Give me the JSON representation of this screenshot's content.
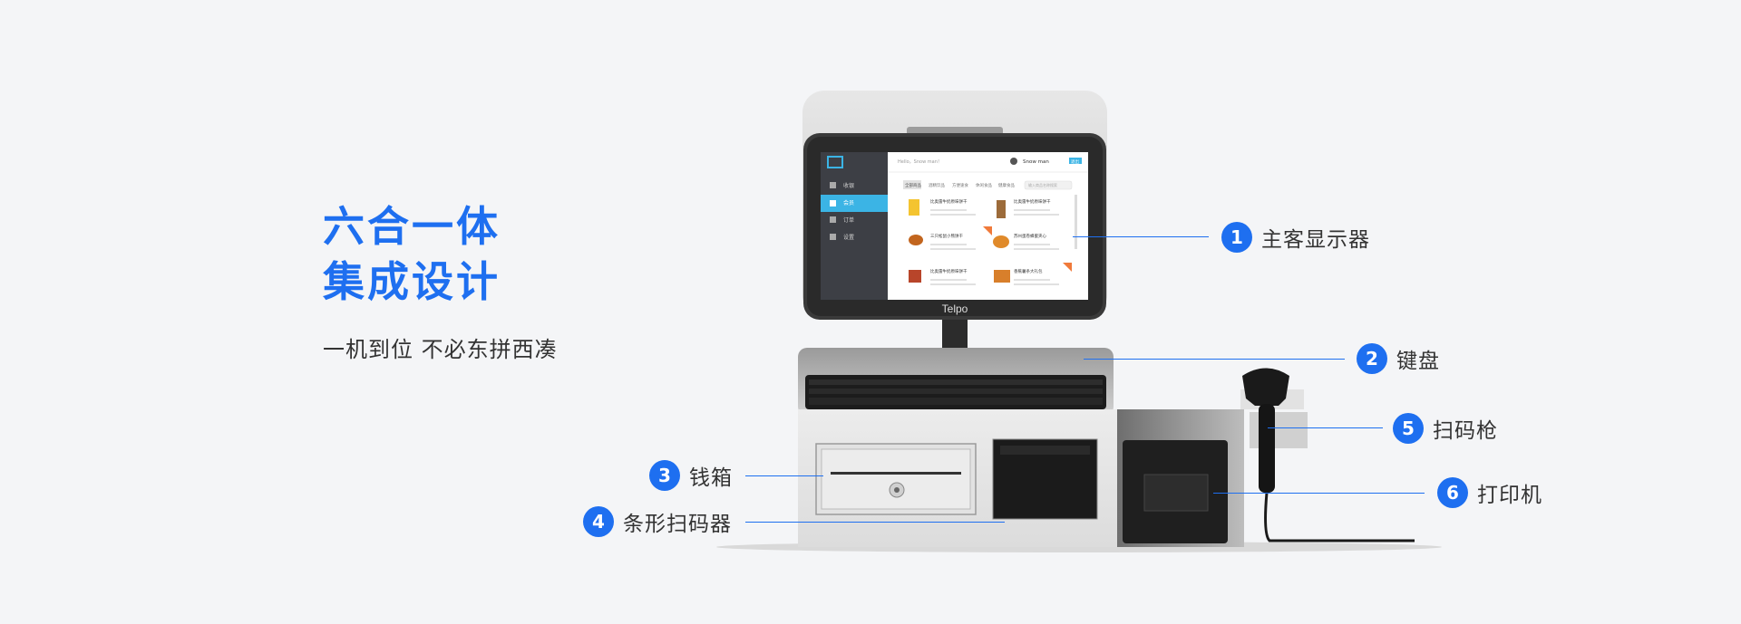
{
  "headline": {
    "line1": "六合一体",
    "line2": "集成设计"
  },
  "tagline": "一机到位 不必东拼西凑",
  "brand": "Telpo",
  "screen": {
    "greeting": "Hello，Snow man！",
    "user": "Snow man",
    "badge": "退出",
    "menu": [
      "收银",
      "会员",
      "订单",
      "设置"
    ],
    "tabs": [
      "全部商品",
      "酒精饮品",
      "方便速食",
      "休闲食品",
      "健康食品"
    ],
    "search_placeholder": "输入商品名称搜索",
    "products": [
      {
        "name": "比奥雷牛奶原味饼干"
      },
      {
        "name": "比奥雷牛奶原味饼干"
      },
      {
        "name": "三只松鼠小熊饼干"
      },
      {
        "name": "苏州蛋卷蜂蜜夹心"
      },
      {
        "name": "比奥雷牛奶原味饼干"
      },
      {
        "name": "香蕉薯条大礼包"
      }
    ]
  },
  "callouts": [
    {
      "num": "1",
      "label": "主客显示器"
    },
    {
      "num": "2",
      "label": "键盘"
    },
    {
      "num": "3",
      "label": "钱箱"
    },
    {
      "num": "4",
      "label": "条形扫码器"
    },
    {
      "num": "5",
      "label": "扫码枪"
    },
    {
      "num": "6",
      "label": "打印机"
    }
  ],
  "colors": {
    "accent": "#1e6ff0",
    "text": "#333333",
    "background": "#f4f5f7",
    "screen_highlight": "#3bb4e5"
  }
}
